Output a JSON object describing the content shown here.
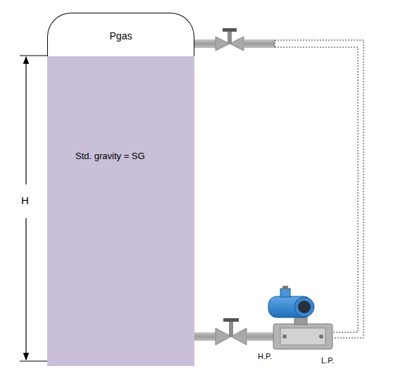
{
  "diagram": {
    "nodes": [
      {
        "text": [
          "Pgas"
        ]
      },
      {
        "text": [
          "Std. gravity = SG"
        ]
      }
    ],
    "labels": [
      "H",
      "H.P.",
      "L.P."
    ]
  }
}
